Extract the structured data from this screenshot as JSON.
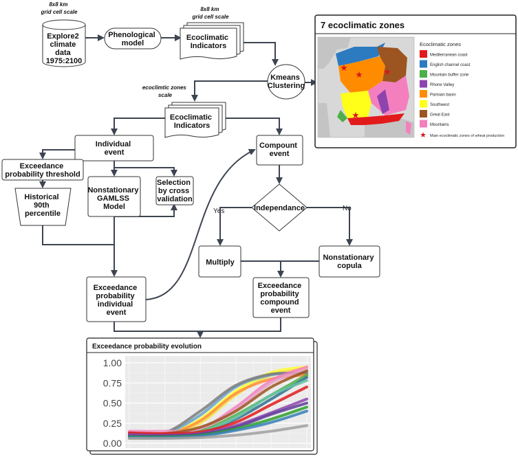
{
  "scale_labels": {
    "grid_left": [
      "8x8 km",
      "grid cell scale"
    ],
    "grid_right": [
      "8x8 km",
      "grid cell scale"
    ],
    "zones": [
      "ecoclimtic zones",
      "scale"
    ]
  },
  "nodes": {
    "climate_data": [
      "Explore2",
      "climate",
      "data",
      "1975:2100"
    ],
    "phenological_model": [
      "Phenological",
      "model"
    ],
    "indicators_grid": [
      "Ecoclimatic",
      "Indicators"
    ],
    "kmeans": [
      "Kmeans",
      "Clustering"
    ],
    "indicators_zone": [
      "Ecoclimatic",
      "Indicators"
    ],
    "individual_event": [
      "Individual",
      "event"
    ],
    "compound_event": [
      "Compount",
      "event"
    ],
    "threshold": [
      "Exceedance",
      "probability threshold"
    ],
    "historical": [
      "Historical",
      "90th",
      "percentile"
    ],
    "gamlss": [
      "Nonstationary",
      "GAMLSS",
      "Model"
    ],
    "cross_validation": [
      "Selection",
      "by cross",
      "validation"
    ],
    "independance": [
      "Independance"
    ],
    "yes_label": "Yes",
    "no_label": "No",
    "multiply": [
      "Multiply"
    ],
    "copula": [
      "Nonstationary",
      "copula"
    ],
    "prob_individual": [
      "Exceedance",
      "probability",
      "individual",
      "event"
    ],
    "prob_compound": [
      "Exceedance",
      "probability",
      "compound",
      "event"
    ]
  },
  "map_panel": {
    "title": "7 ecoclimatic zones",
    "legend_title": "Ecoclimatic zones",
    "zones": [
      {
        "name": "Mediterranean coast",
        "color": "#e31a1c"
      },
      {
        "name": "English channel coast",
        "color": "#2c7bc1"
      },
      {
        "name": "Mountain buffer zone",
        "color": "#4daf4a"
      },
      {
        "name": "Rhone Valley",
        "color": "#8e44ad"
      },
      {
        "name": "Parisian basin",
        "color": "#ff8c00"
      },
      {
        "name": "Southwest",
        "color": "#ffff1a"
      },
      {
        "name": "Great East",
        "color": "#9c5520"
      },
      {
        "name": "Mountains",
        "color": "#f47fbf"
      }
    ],
    "star_label": "Main ecoclimatic zones of wheat production",
    "star_color": "#d7191c"
  },
  "chart_data": {
    "type": "line",
    "title": "Exceedance probability evolution",
    "ylim": [
      0,
      1
    ],
    "y_ticks": [
      "0.00",
      "0.25",
      "0.50",
      "0.75",
      "1.00"
    ],
    "x": [
      0,
      0.2,
      0.4,
      0.6,
      0.8,
      1
    ],
    "grid": true,
    "series": [
      {
        "color": "#ffff33",
        "values": [
          0.07,
          0.1,
          0.3,
          0.65,
          0.88,
          0.95
        ]
      },
      {
        "color": "#f5e04a",
        "values": [
          0.06,
          0.09,
          0.25,
          0.6,
          0.85,
          0.93
        ]
      },
      {
        "color": "#6aa4c8",
        "values": [
          0.1,
          0.12,
          0.35,
          0.7,
          0.85,
          0.88
        ]
      },
      {
        "color": "#7d7d7d",
        "values": [
          0.11,
          0.13,
          0.4,
          0.72,
          0.86,
          0.87
        ]
      },
      {
        "color": "#ff8c3a",
        "values": [
          0.08,
          0.1,
          0.28,
          0.62,
          0.8,
          0.85
        ]
      },
      {
        "color": "#f47fbf",
        "values": [
          0.15,
          0.15,
          0.18,
          0.45,
          0.78,
          0.95
        ]
      },
      {
        "color": "#e8a1c7",
        "values": [
          0.14,
          0.14,
          0.17,
          0.42,
          0.75,
          0.92
        ]
      },
      {
        "color": "#9c5520",
        "values": [
          0.12,
          0.12,
          0.2,
          0.4,
          0.7,
          0.9
        ]
      },
      {
        "color": "#4daf4a",
        "values": [
          0.1,
          0.1,
          0.15,
          0.35,
          0.6,
          0.85
        ]
      },
      {
        "color": "#2f6f8f",
        "values": [
          0.09,
          0.09,
          0.12,
          0.3,
          0.55,
          0.82
        ]
      },
      {
        "color": "#66c2a5",
        "values": [
          0.1,
          0.1,
          0.14,
          0.32,
          0.6,
          0.78
        ]
      },
      {
        "color": "#e31a1c",
        "values": [
          0.13,
          0.12,
          0.14,
          0.26,
          0.48,
          0.7
        ]
      },
      {
        "color": "#8e44ad",
        "values": [
          0.11,
          0.1,
          0.12,
          0.22,
          0.38,
          0.55
        ]
      },
      {
        "color": "#5e3c99",
        "values": [
          0.09,
          0.09,
          0.11,
          0.2,
          0.36,
          0.5
        ]
      },
      {
        "color": "#2ca02c",
        "values": [
          0.08,
          0.08,
          0.1,
          0.18,
          0.3,
          0.45
        ]
      },
      {
        "color": "#377eb8",
        "values": [
          0.07,
          0.07,
          0.09,
          0.16,
          0.26,
          0.4
        ]
      },
      {
        "color": "#a0a0a0",
        "values": [
          0.06,
          0.06,
          0.07,
          0.1,
          0.15,
          0.22
        ]
      }
    ]
  }
}
